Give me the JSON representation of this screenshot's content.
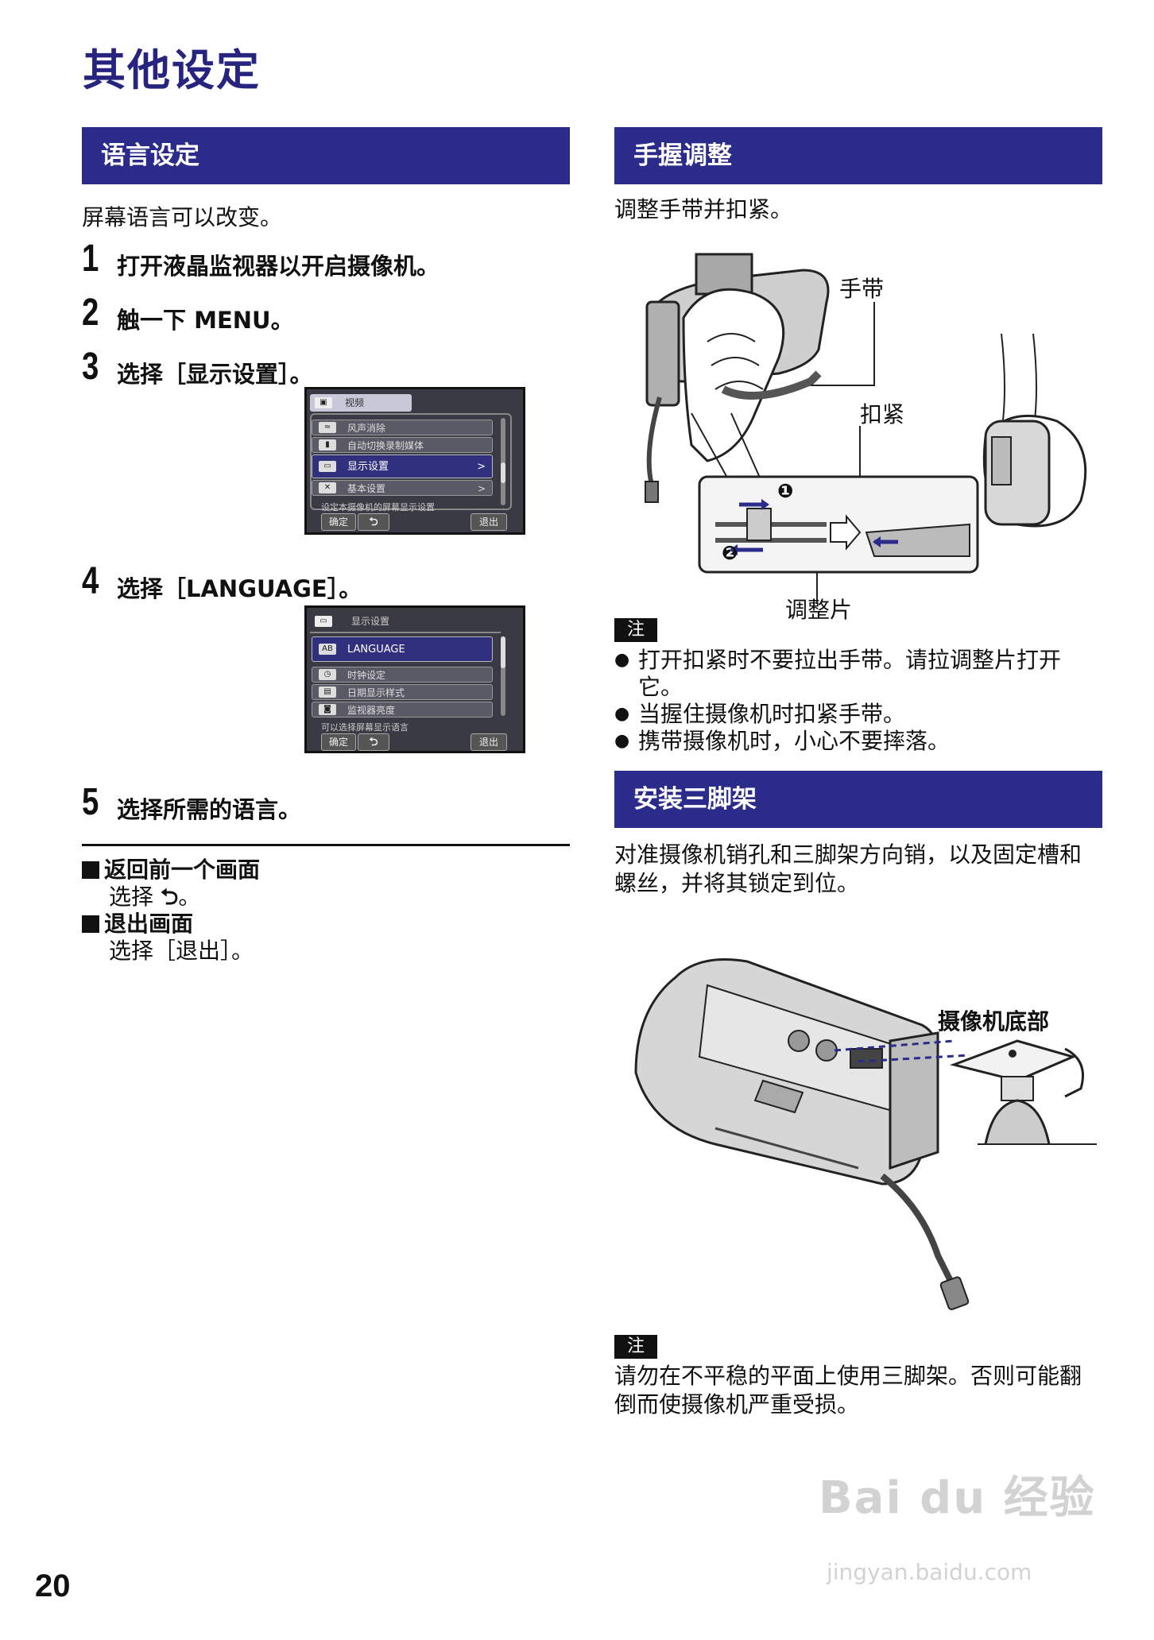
{
  "page": {
    "title": "其他设定",
    "page_number": "20"
  },
  "language": {
    "heading": "语言设定",
    "intro": "屏幕语言可以改变。",
    "steps": [
      {
        "num": "1",
        "text": "打开液晶监视器以开启摄像机。"
      },
      {
        "num": "2",
        "text": "触一下 MENU。"
      },
      {
        "num": "3",
        "text": "选择［显示设置］。"
      },
      {
        "num": "4",
        "text": "选择［LANGUAGE］。"
      },
      {
        "num": "5",
        "text": "选择所需的语言。"
      }
    ],
    "menu1": {
      "header": "视频",
      "rows": [
        "风声消除",
        "自动切换录制媒体",
        "显示设置",
        "基本设置"
      ],
      "row_arrow": ">",
      "help": "设定本摄像机的屏幕显示设置",
      "ok": "确定",
      "back_icon": "return-icon",
      "exit": "退出"
    },
    "menu2": {
      "header": "显示设置",
      "rows": [
        "LANGUAGE",
        "时钟设定",
        "日期显示样式",
        "监视器亮度"
      ],
      "help": "可以选择屏幕显示语言",
      "ok": "确定",
      "back_icon": "return-icon",
      "exit": "退出"
    },
    "sub_items": [
      {
        "heading": "返回前一个画面",
        "text_prefix": "选择",
        "icon": "return-icon",
        "text_suffix": "。"
      },
      {
        "heading": "退出画面",
        "text": "选择［退出］。"
      }
    ]
  },
  "grip": {
    "heading": "手握调整",
    "intro": "调整手带并扣紧。",
    "labels": {
      "strap": "手带",
      "buckle": "扣紧",
      "tab": "调整片",
      "mark1": "❶",
      "mark2": "❷"
    },
    "note_tag": "注",
    "notes": [
      "打开扣紧时不要拉出手带。请拉调整片打开它。",
      "当握住摄像机时扣紧手带。",
      "携带摄像机时，小心不要摔落。"
    ]
  },
  "tripod": {
    "heading": "安装三脚架",
    "intro": "对准摄像机销孔和三脚架方向销，以及固定槽和螺丝，并将其锁定到位。",
    "label_bottom": "摄像机底部",
    "note_tag": "注",
    "note": "请勿在不平稳的平面上使用三脚架。否则可能翻倒而使摄像机严重受损。"
  },
  "watermark": {
    "brand": "Bai du 经验",
    "url": "jingyan.baidu.com"
  },
  "colors": {
    "accent": "#2b2b8c",
    "title": "#26247f"
  }
}
